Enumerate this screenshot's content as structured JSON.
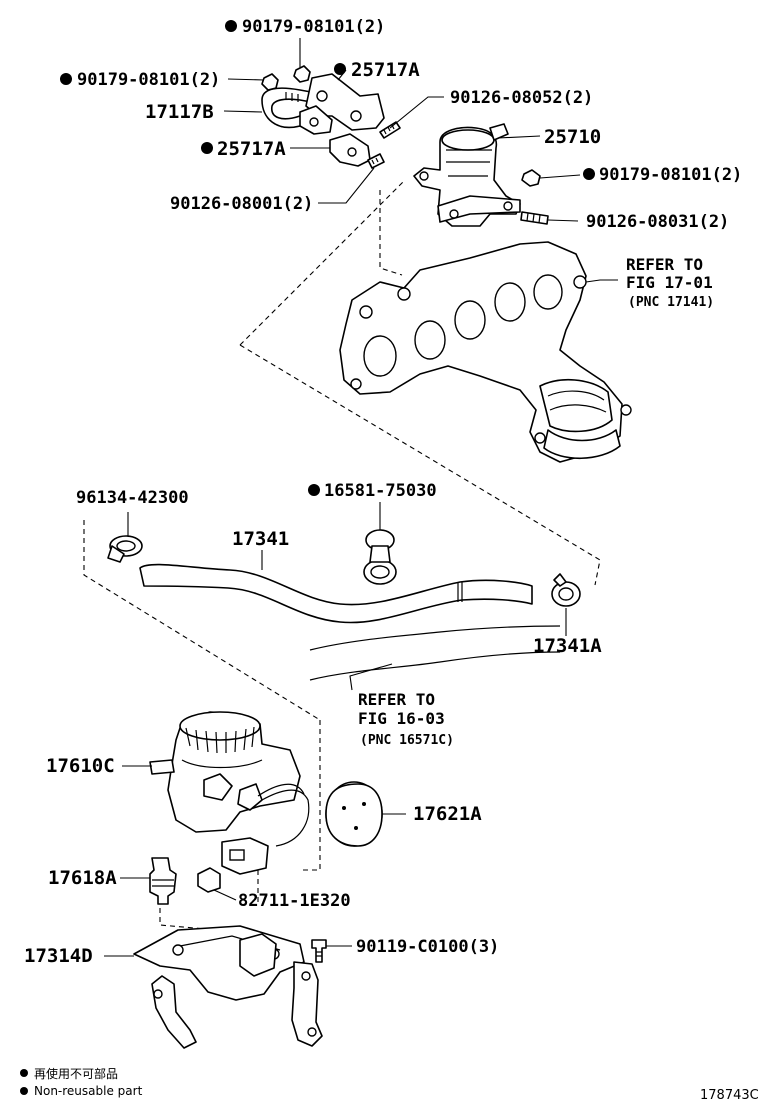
{
  "parts": {
    "nut_upper": "90179-08101(2)",
    "nut_left": "90179-08101(2)",
    "bracket_upper": "25717A",
    "pipe": "17117B",
    "stud_upper": "90126-08052(2)",
    "valve": "25710",
    "bracket_lower": "25717A",
    "nut_right": "90179-08101(2)",
    "stud_lower": "90126-08001(2)",
    "stud_right": "90126-08031(2)",
    "clamp_left": "96134-42300",
    "clamp_mid": "16581-75030",
    "hose": "17341",
    "clamp_right": "17341A",
    "pump": "17610C",
    "filter": "17621A",
    "cushion": "17618A",
    "connector": "82711-1E320",
    "bracket_pump": "17314D",
    "bolt": "90119-C0100(3)"
  },
  "refs": {
    "manifold": {
      "line1": "REFER TO",
      "line2": "FIG 17-01",
      "pnc": "(PNC 17141)"
    },
    "hose": {
      "line1": "REFER TO",
      "line2": "FIG 16-03",
      "pnc": "(PNC 16571C)"
    }
  },
  "legend": {
    "line_jp": "再使用不可部品",
    "line_en": "Non-reusable part"
  },
  "diagram_code": "178743C"
}
